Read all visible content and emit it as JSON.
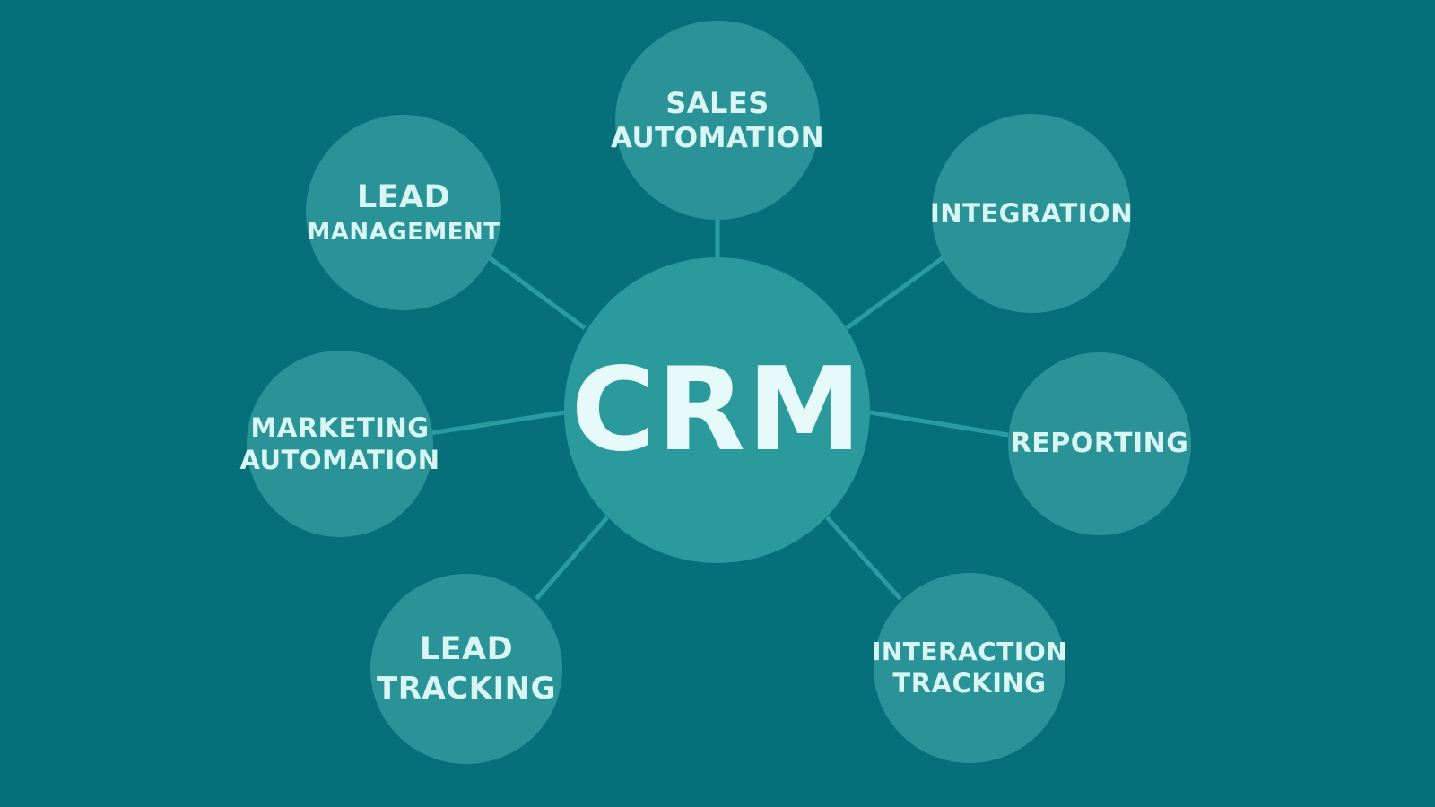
{
  "diagram": {
    "center": {
      "label": "CRM"
    },
    "nodes": [
      {
        "id": "sales-automation",
        "lines": [
          "SALES",
          "AUTOMATION"
        ]
      },
      {
        "id": "lead-management",
        "lines": [
          "LEAD",
          "MANAGEMENT"
        ]
      },
      {
        "id": "integration",
        "lines": [
          "INTEGRATION"
        ]
      },
      {
        "id": "marketing-automation",
        "lines": [
          "MARKETING",
          "AUTOMATION"
        ]
      },
      {
        "id": "reporting",
        "lines": [
          "REPORTING"
        ]
      },
      {
        "id": "lead-tracking",
        "lines": [
          "LEAD",
          "TRACKING"
        ]
      },
      {
        "id": "interaction-tracking",
        "lines": [
          "INTERACTION",
          "TRACKING"
        ]
      }
    ]
  },
  "colors": {
    "background": "#05707a",
    "node_fill": "#2a9398",
    "center_fill": "#2b9a9d",
    "connector": "#2a9ca0",
    "text": "#d8f6f4"
  }
}
